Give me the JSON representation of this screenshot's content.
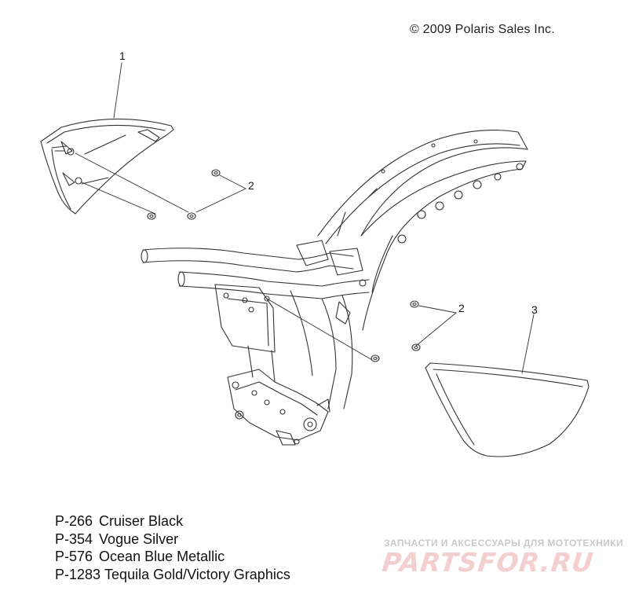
{
  "copyright": "© 2009 Polaris Sales Inc.",
  "callouts": [
    {
      "label": "1"
    },
    {
      "label": "2"
    },
    {
      "label": "2"
    },
    {
      "label": "3"
    }
  ],
  "legend": [
    {
      "code": "P-266",
      "name": "Cruiser Black"
    },
    {
      "code": "P-354",
      "name": "Vogue Silver"
    },
    {
      "code": "P-576",
      "name": "Ocean Blue Metallic"
    },
    {
      "code": "P-1283",
      "name": "Tequila Gold/Victory Graphics"
    }
  ],
  "watermark": {
    "tagline": "ЗАПЧАСТИ И АКСЕССУАРЫ ДЛЯ МОТОТЕХНИКИ",
    "logo": "PARTSFOR.RU"
  },
  "colors": {
    "line": "#333333",
    "watermark_red": "#f3cfcf",
    "watermark_gray": "#c9c9c9"
  }
}
